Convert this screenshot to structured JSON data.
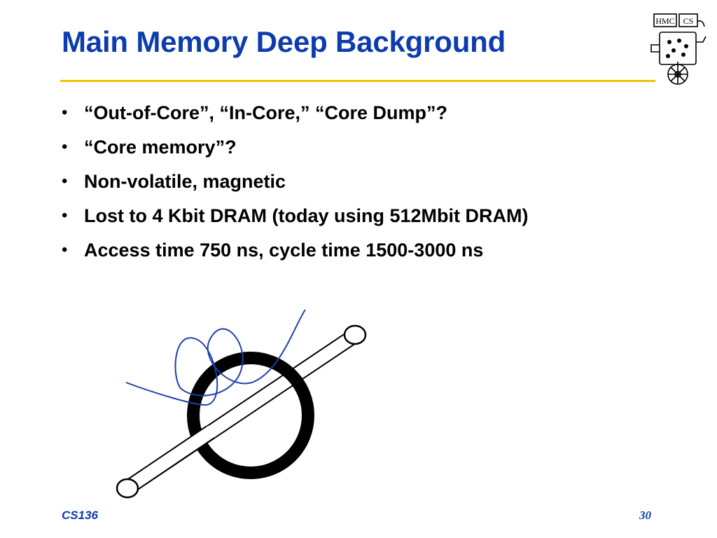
{
  "slide": {
    "title": "Main Memory Deep Background",
    "bullets": [
      {
        "text": "“Out-of-Core”, “In-Core,” “Core Dump”?"
      },
      {
        "text": "“Core memory”?"
      },
      {
        "text": "Non-volatile, magnetic"
      },
      {
        "text": "Lost to 4 Kbit DRAM (today using 512Mbit DRAM)"
      },
      {
        "text": "Access time 750 ns, cycle time 1500-3000 ns"
      }
    ],
    "bullet_glyph": "•"
  },
  "logo": {
    "letters_left": "HMC",
    "letters_right": "CS",
    "icon": "hmc-cs-robot-logo"
  },
  "footer": {
    "course": "CS136",
    "page_number": "30"
  },
  "figure": {
    "icon": "magnetic-core-diagram"
  },
  "colors": {
    "title": "#0d3cae",
    "rule": "#f2c200",
    "wire": "#1f3fae"
  }
}
